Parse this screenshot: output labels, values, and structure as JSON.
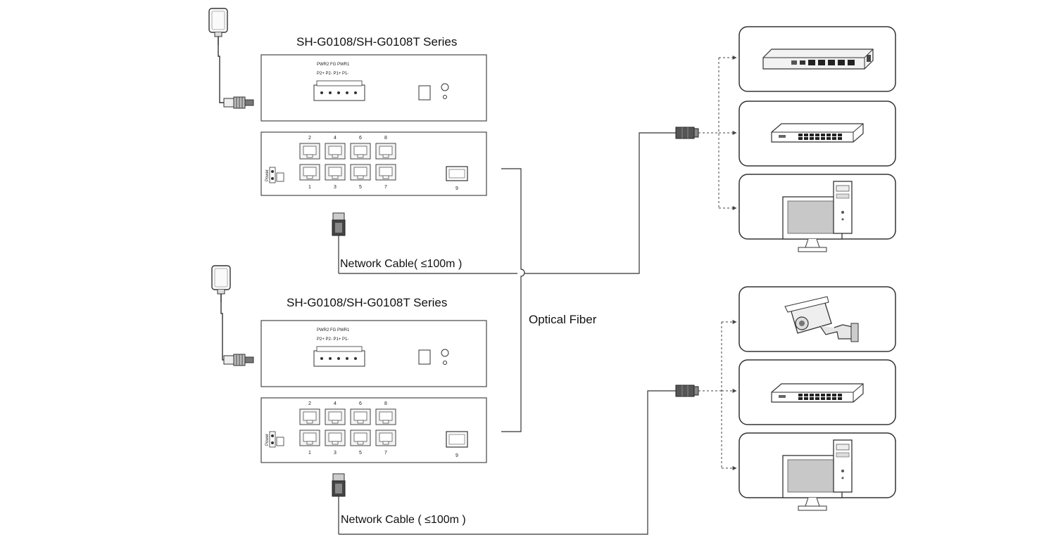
{
  "switches": [
    {
      "series_title": "SH-G0108/SH-G0108T Series"
    },
    {
      "series_title": "SH-G0108/SH-G0108T Series"
    }
  ],
  "panel_text": {
    "power_top": "PWR2 FG PWR1",
    "power_bottom": "P2+ P2-   P1+ P1-",
    "port_numbers_top": [
      "2",
      "4",
      "6",
      "8"
    ],
    "port_numbers_bottom": [
      "1",
      "3",
      "5",
      "7"
    ],
    "sfp_number": "9",
    "status_leds": "Power"
  },
  "labels": {
    "network_cable_1": "Network Cable( ≤100m )",
    "network_cable_2": "Network Cable ( ≤100m )",
    "optical_fiber": "Optical Fiber"
  },
  "devices": {
    "group_1": [
      "poe-switch-icon",
      "rack-switch-icon",
      "desktop-computer-icon"
    ],
    "group_2": [
      "security-camera-icon",
      "rack-switch-icon",
      "desktop-computer-icon"
    ]
  }
}
